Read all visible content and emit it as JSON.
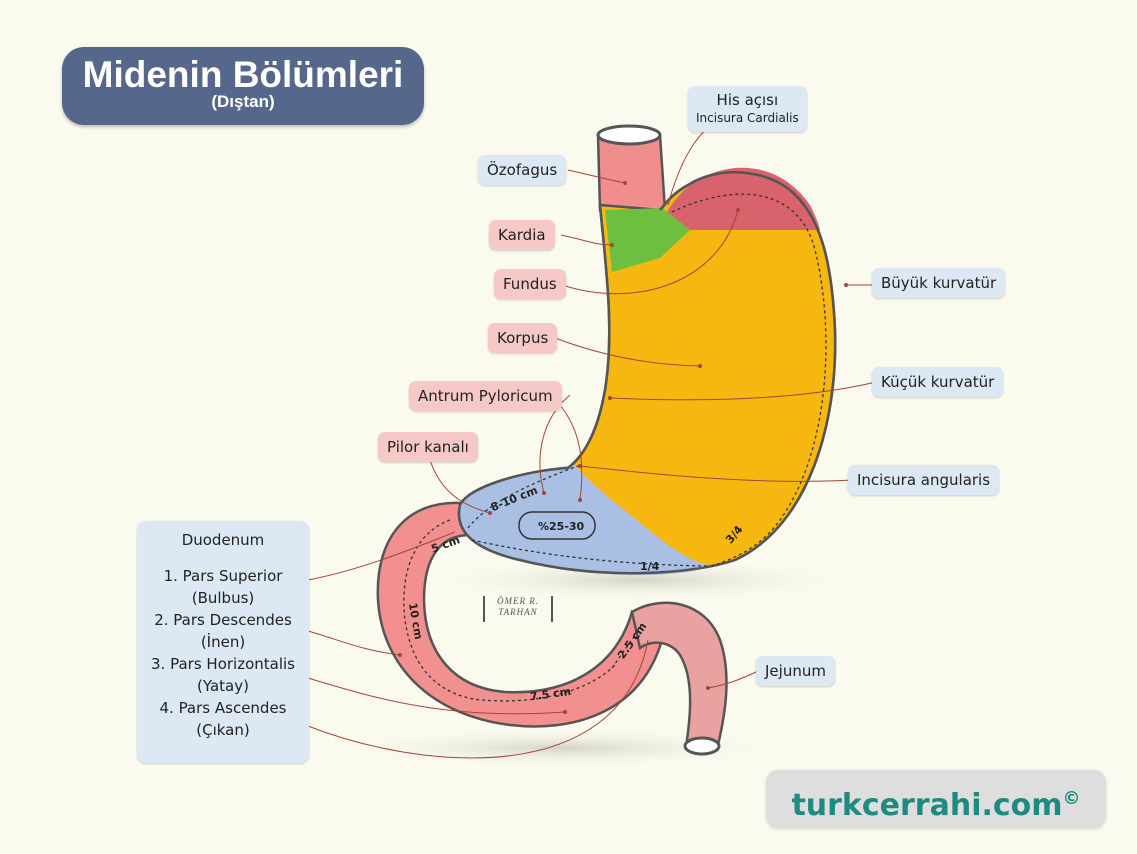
{
  "title": {
    "main": "Midenin Bölümleri",
    "sub": "(Dıştan)"
  },
  "labels": {
    "his_main": "His açısı",
    "his_sub": "Incisura Cardialis",
    "ozofagus": "Özofagus",
    "kardia": "Kardia",
    "fundus": "Fundus",
    "korpus": "Korpus",
    "antrum": "Antrum Pyloricum",
    "pilor": "Pilor kanalı",
    "buyuk": "Büyük kurvatür",
    "kucuk": "Küçük kurvatür",
    "incisura_angularis": "Incisura angularis",
    "jejunum": "Jejunum"
  },
  "duodenum": {
    "title": "Duodenum",
    "parts": [
      {
        "name": "1. Pars Superior",
        "alias": "(Bulbus)"
      },
      {
        "name": "2. Pars Descendes",
        "alias": "(İnen)"
      },
      {
        "name": "3. Pars Horizontalis",
        "alias": "(Yatay)"
      },
      {
        "name": "4. Pars Ascendes",
        "alias": "(Çıkan)"
      }
    ]
  },
  "measurements": {
    "antrum_length": "8-10 cm",
    "percent": "%25-30",
    "bulbus_length": "5 cm",
    "descendes_length": "10 cm",
    "horizontalis_length": "7.5 cm",
    "ascendes_length": "2.5 cm",
    "greater_curve_fraction": "3/4",
    "lesser_curve_fraction": "1/4"
  },
  "signature": {
    "line1": "ÖMER R.",
    "line2": "TARHAN"
  },
  "brand": {
    "name": "turkcerrahi.com",
    "mark": "©"
  },
  "colors": {
    "background": "#fbfaee",
    "title_bg": "#55678a",
    "fundus": "#d8636c",
    "kardia": "#6cbf3f",
    "korpus": "#f6b810",
    "antrum": "#a9bfe3",
    "esophagus": "#f08d8d",
    "duodenum": "#f29090",
    "jejunum": "#eaa2a0",
    "label_pink": "#f6c9c6",
    "label_blue": "#dce8f4",
    "brand_text": "#1f8a7f"
  }
}
